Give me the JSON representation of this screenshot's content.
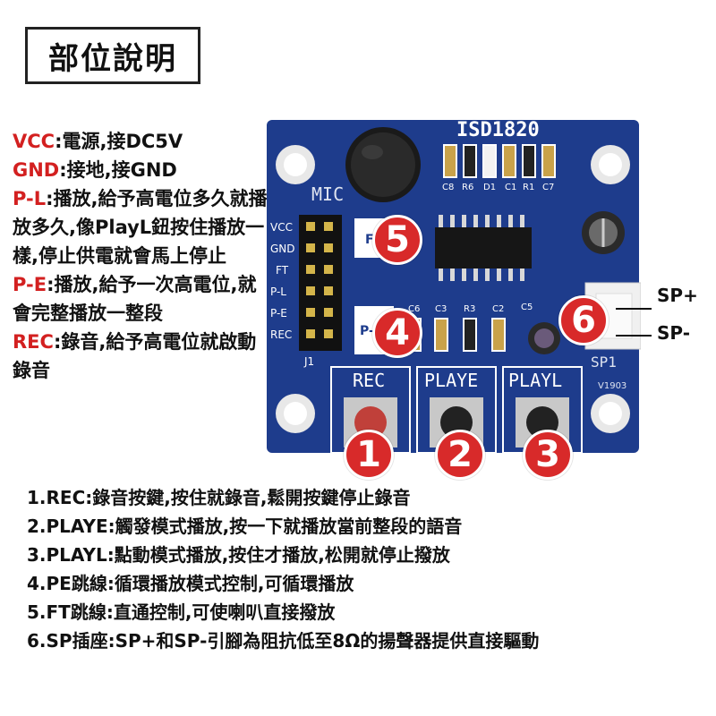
{
  "title": "部位說明",
  "pins": [
    {
      "label": "VCC",
      "desc": ":電源,接DC5V"
    },
    {
      "label": "GND",
      "desc": ":接地,接GND"
    },
    {
      "label": "P-L",
      "desc": ":播放,給予高電位多久就播放多久,像PlayL鈕按住播放一樣,停止供電就會馬上停止"
    },
    {
      "label": "P-E",
      "desc": ":播放,給予一次高電位,就會完整播放一整段"
    },
    {
      "label": "REC",
      "desc": ":錄音,給予高電位就啟動錄音"
    }
  ],
  "board": {
    "chip_label": "ISD1820",
    "mic_label": "MIC",
    "components_top": [
      "C8",
      "R6",
      "D1",
      "C1",
      "R1",
      "C7"
    ],
    "components_mid": [
      "C6",
      "C3",
      "R3",
      "C2",
      "C5"
    ],
    "header_pins": [
      "VCC",
      "GND",
      "FT",
      "P-L",
      "P-E",
      "REC"
    ],
    "header_name": "J1",
    "ft_jumper": "FT",
    "pe_jumper": "P-E",
    "buttons": [
      "REC",
      "PLAYE",
      "PLAYL"
    ],
    "sp_silk": "SP1",
    "version": "V1903"
  },
  "badges": [
    "1",
    "2",
    "3",
    "4",
    "5",
    "6"
  ],
  "sp_plus": "SP+",
  "sp_minus": "SP-",
  "notes": [
    "1.REC:錄音按鍵,按住就錄音,鬆開按鍵停止錄音",
    "2.PLAYE:觸發模式播放,按一下就播放當前整段的語音",
    "3.PLAYL:點動模式播放,按住才播放,松開就停止撥放",
    "4.PE跳線:循環播放模式控制,可循環播放",
    "5.FT跳線:直通控制,可使喇叭直接撥放",
    "6.SP插座:SP+和SP-引腳為阻抗低至8Ω的揚聲器提供直接驅動"
  ],
  "colors": {
    "board_blue": "#1e3c8c",
    "badge_red": "#d82a2a",
    "pin_red": "#d32020"
  }
}
